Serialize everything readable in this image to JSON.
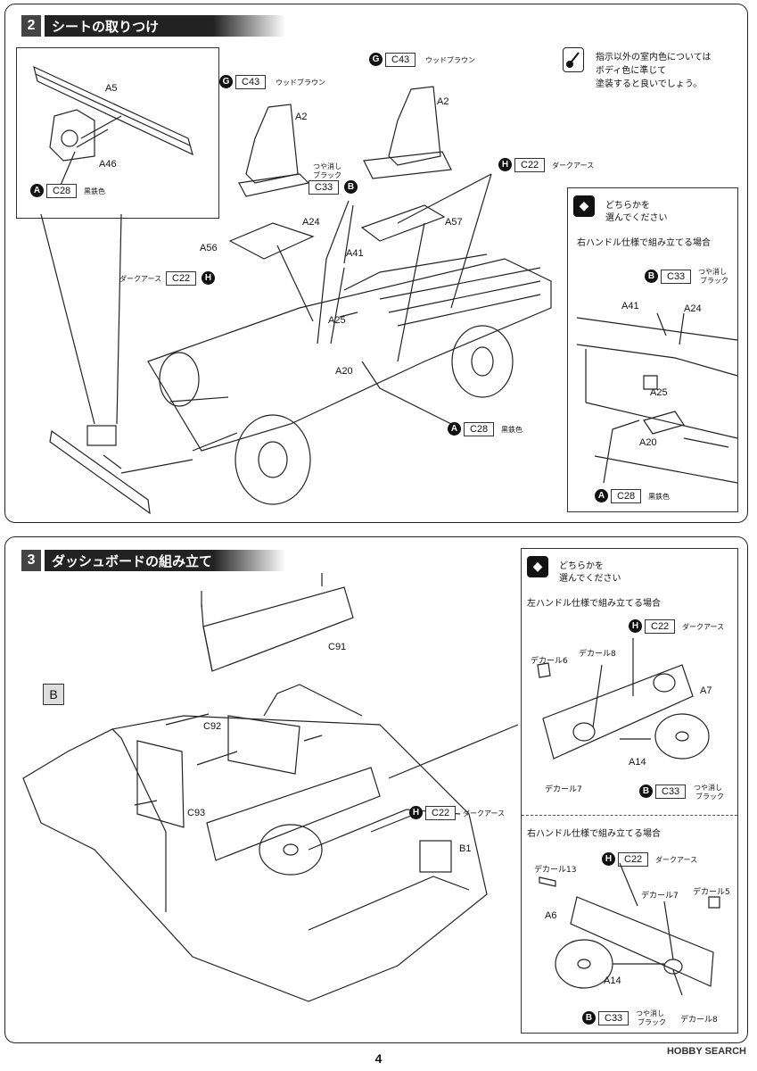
{
  "step2": {
    "number": "2",
    "title": "シートの取りつけ",
    "note": {
      "line1": "指示以外の室内色については",
      "line2": "ボディ色に準じて",
      "line3": "塗装すると良いでしょう。"
    },
    "parts": {
      "a5": "A5",
      "a46": "A46",
      "a2_left": "A2",
      "a2_right": "A2",
      "a24": "A24",
      "a41": "A41",
      "a56": "A56",
      "a57": "A57",
      "a25": "A25",
      "a20": "A20"
    },
    "paints": {
      "c28_left": {
        "badge": "A",
        "code": "C28",
        "name": "黒鉄色"
      },
      "c43_left": {
        "badge": "G",
        "code": "C43",
        "name": "ウッドブラウン"
      },
      "c43_right": {
        "badge": "G",
        "code": "C43",
        "name": "ウッドブラウン"
      },
      "c33": {
        "badge": "B",
        "code": "C33",
        "name1": "つや消し",
        "name2": "ブラック"
      },
      "c22_top": {
        "badge": "H",
        "code": "C22",
        "name": "ダークアース"
      },
      "c22_left": {
        "badge": "H",
        "code": "C22",
        "name": "ダークアース"
      },
      "c28_bottom": {
        "badge": "A",
        "code": "C28",
        "name": "黒鉄色"
      }
    },
    "choice": {
      "title1": "どちらかを",
      "title2": "選んでください",
      "subtitle": "右ハンドル仕様で組み立てる場合",
      "c33": {
        "badge": "B",
        "code": "C33",
        "name1": "つや消し",
        "name2": "ブラック"
      },
      "a41": "A41",
      "a24": "A24",
      "a25": "A25",
      "a20": "A20",
      "c28": {
        "badge": "A",
        "code": "C28",
        "name": "黒鉄色"
      }
    }
  },
  "step3": {
    "number": "3",
    "title": "ダッシュボードの組み立て",
    "b_label": "B",
    "parts": {
      "c91": "C91",
      "c92": "C92",
      "c93": "C93",
      "b1": "B1"
    },
    "paint_h": {
      "badge": "H",
      "code": "C22",
      "name": "ダークアース"
    },
    "choice": {
      "title1": "どちらかを",
      "title2": "選んでください",
      "left_subtitle": "左ハンドル仕様で組み立てる場合",
      "left": {
        "paint_h": {
          "badge": "H",
          "code": "C22",
          "name": "ダークアース"
        },
        "decal6": "デカール6",
        "decal8": "デカール8",
        "decal7": "デカール7",
        "a7": "A7",
        "a14": "A14",
        "paint_b": {
          "badge": "B",
          "code": "C33",
          "name1": "つや消し",
          "name2": "ブラック"
        }
      },
      "right_subtitle": "右ハンドル仕様で組み立てる場合",
      "right": {
        "paint_h": {
          "badge": "H",
          "code": "C22",
          "name": "ダークアース"
        },
        "decal13": "デカール13",
        "decal7": "デカール7",
        "decal5": "デカール5",
        "decal8": "デカール8",
        "a6": "A6",
        "a14": "A14",
        "paint_b": {
          "badge": "B",
          "code": "C33",
          "name1": "つや消し",
          "name2": "ブラック"
        }
      }
    }
  },
  "page_number": "4",
  "watermark": "HOBBY SEARCH"
}
